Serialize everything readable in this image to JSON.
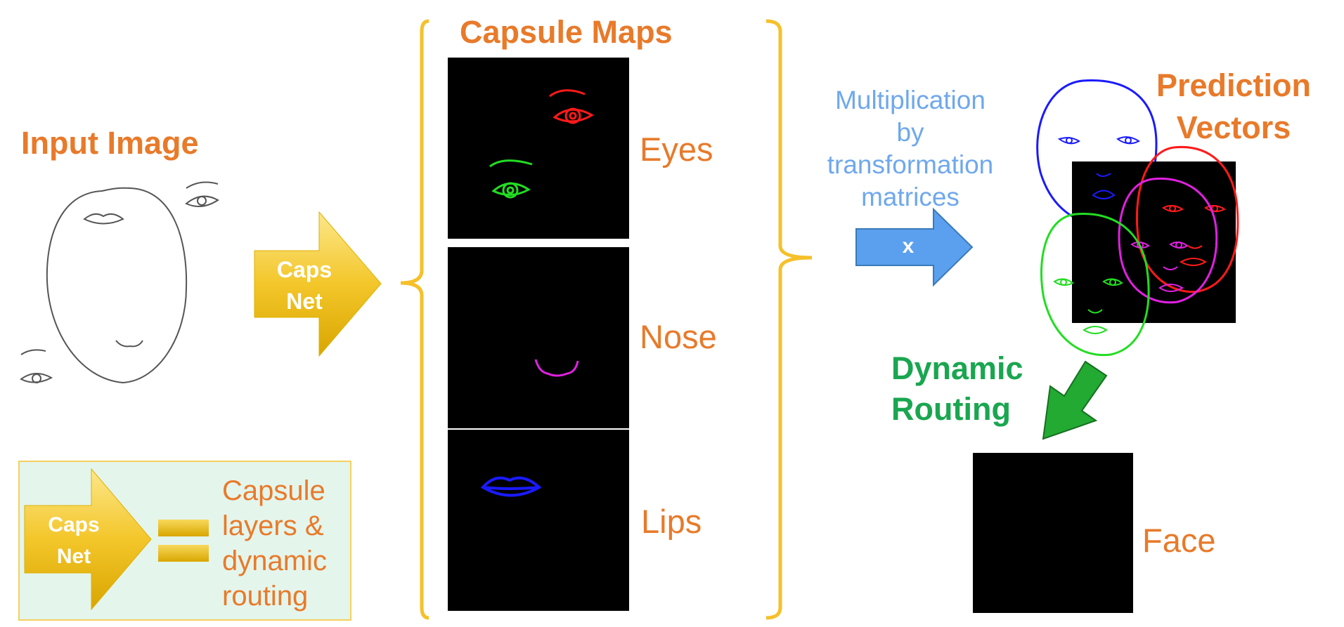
{
  "input": {
    "title": "Input Image"
  },
  "capsnet_arrow": {
    "line1": "Caps",
    "line2": "Net"
  },
  "capsule_maps": {
    "title": "Capsule Maps",
    "items": [
      {
        "label": "Eyes"
      },
      {
        "label": "Nose"
      },
      {
        "label": "Lips"
      }
    ]
  },
  "multiplication": {
    "lines": [
      "Multiplication",
      "by",
      "transformation",
      "matrices"
    ],
    "symbol": "x"
  },
  "prediction": {
    "line1": "Prediction",
    "line2": "Vectors"
  },
  "routing": {
    "line1": "Dynamic",
    "line2": "Routing"
  },
  "face": {
    "label": "Face"
  },
  "legend": {
    "arrow_line1": "Caps",
    "arrow_line2": "Net",
    "lines": [
      "Capsule",
      "layers &",
      "dynamic",
      "routing"
    ]
  },
  "colors": {
    "orange": "#E87A2A",
    "blue": "#6FA8EC",
    "green": "#1AA650",
    "gold": "#F0C020",
    "legend_bg": "#E4F5EC",
    "eye_red": "#ff1a1a",
    "eye_green": "#22dd22",
    "nose_magenta": "#e020e0",
    "lips_blue": "#1a1aff"
  }
}
